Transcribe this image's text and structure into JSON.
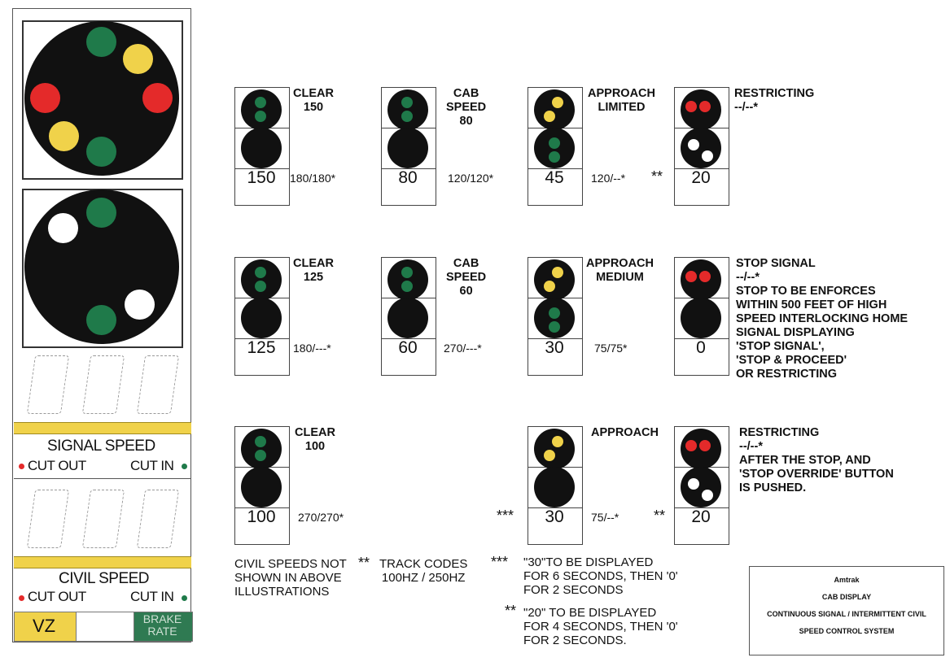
{
  "panel": {
    "signal_speed_label": "SIGNAL SPEED",
    "civil_speed_label": "CIVIL SPEED",
    "cut_out": "CUT OUT",
    "cut_in": "CUT IN",
    "vz_label": "VZ",
    "brake_rate_label": "BRAKE\nRATE"
  },
  "aspects": [
    {
      "title": "CLEAR\n150",
      "display": "150",
      "code": "180/180*"
    },
    {
      "title": "CAB\nSPEED\n80",
      "display": "80",
      "code": "120/120*"
    },
    {
      "title": "APPROACH\nLIMITED",
      "display": "45",
      "code": "120/--*"
    },
    {
      "title": "RESTRICTING\n--/--*",
      "display": "20",
      "code": "",
      "prefix": "**"
    },
    {
      "title": "CLEAR\n125",
      "display": "125",
      "code": "180/---*"
    },
    {
      "title": "CAB\nSPEED\n60",
      "display": "60",
      "code": "270/---*"
    },
    {
      "title": "APPROACH\nMEDIUM",
      "display": "30",
      "code": "75/75*"
    },
    {
      "title": "STOP SIGNAL\n--/--*\nSTOP TO BE ENFORCES\nWITHIN 500 FEET OF HIGH\nSPEED INTERLOCKING HOME\nSIGNAL DISPLAYING\n'STOP SIGNAL',\n'STOP & PROCEED'\nOR RESTRICTING",
      "display": "0",
      "code": ""
    },
    {
      "title": "CLEAR\n100",
      "display": "100",
      "code": "270/270*"
    },
    {
      "title": "APPROACH",
      "display": "30",
      "code": "75/--*",
      "prefix": "***"
    },
    {
      "title": "RESTRICTING\n--/--*\nAFTER THE STOP, AND\n'STOP OVERRIDE' BUTTON\nIS PUSHED.",
      "display": "20",
      "code": "",
      "prefix": "**"
    }
  ],
  "notes": {
    "civil": "CIVIL SPEEDS NOT\nSHOWN IN ABOVE\nILLUSTRATIONS",
    "track_mark": "**",
    "track": "TRACK CODES\n100HZ / 250HZ",
    "n30_mark": "***",
    "n30": "\"30\"TO BE DISPLAYED\nFOR 6 SECONDS, THEN '0'\nFOR 2 SECONDS",
    "n20_mark": "**",
    "n20": "\"20\" TO BE DISPLAYED\nFOR 4 SECONDS, THEN '0'\nFOR 2 SECONDS."
  },
  "titlebox": {
    "line1": "Amtrak",
    "line2": "CAB DISPLAY",
    "line3": "CONTINUOUS SIGNAL / INTERMITTENT CIVIL",
    "line4": "SPEED CONTROL SYSTEM"
  },
  "colors": {
    "green": "#1f7a4a",
    "yellow": "#f0d24a",
    "red": "#e42a2a",
    "white": "#ffffff",
    "black": "#111111"
  }
}
